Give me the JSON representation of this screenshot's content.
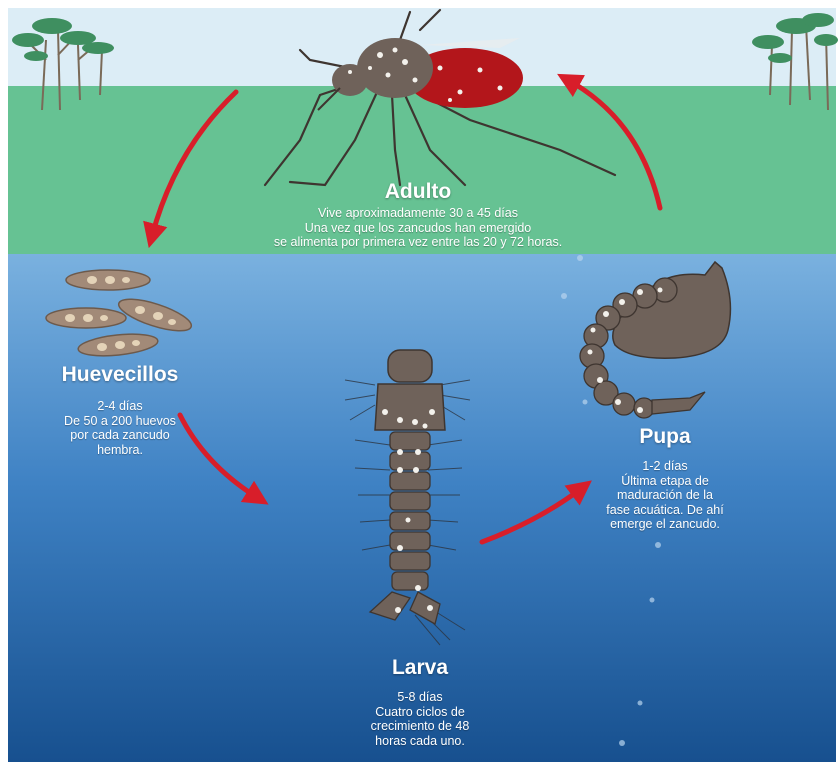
{
  "stages": {
    "adult": {
      "title": "Adulto",
      "lines": [
        "Vive aproximadamente 30 a 45 días",
        "Una vez que los zancudos han emergido",
        "se alimenta por primera vez entre las 20 y 72 horas."
      ]
    },
    "eggs": {
      "title": "Huevecillos",
      "lines": [
        "2-4 días",
        "De 50 a 200 huevos",
        "por cada zancudo",
        "hembra."
      ]
    },
    "larva": {
      "title": "Larva",
      "lines": [
        "5-8 días",
        "Cuatro ciclos de",
        "crecimiento de 48",
        "horas cada uno."
      ]
    },
    "pupa": {
      "title": "Pupa",
      "lines": [
        "1-2 días",
        "Última etapa de",
        "maduración de la",
        "fase acuática. De ahí",
        "emerge el zancudo."
      ]
    }
  },
  "colors": {
    "sky": "#dcedf6",
    "grass": "#66c293",
    "water_top": "#7ab1df",
    "water_bottom": "#17508f",
    "arrow": "#d81e2a",
    "insect": "#6f625a",
    "mosquito_abdomen": "#b3161b"
  }
}
